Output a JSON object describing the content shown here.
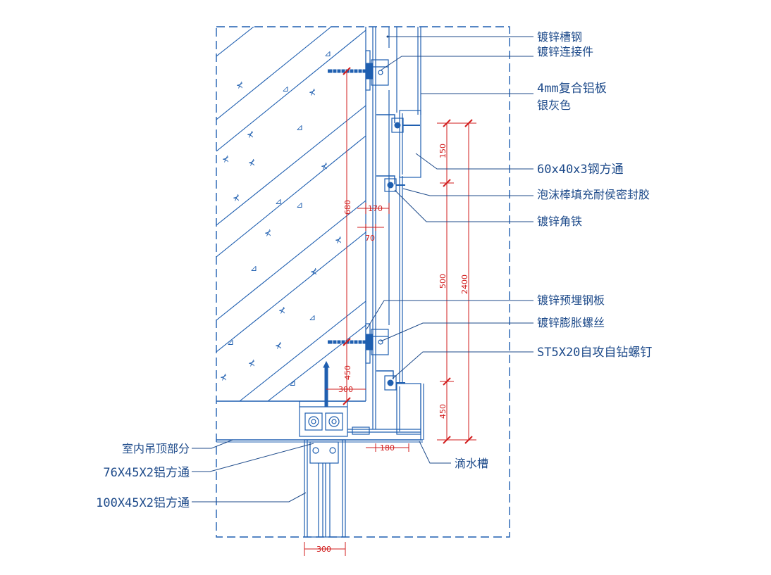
{
  "labels": {
    "galv_channel": "镀锌槽钢",
    "galv_connector": "镀锌连接件",
    "alu_panel": "4mm复合铝板",
    "alu_panel_color": "银灰色",
    "steel_tube": "60x40x3钢方通",
    "foam_sealant": "泡沫棒填充耐侯密封胶",
    "galv_angle": "镀锌角铁",
    "galv_plate": "镀锌预埋钢板",
    "galv_bolt": "镀锌膨胀螺丝",
    "screw": "ST5X20自攻自钻螺钉",
    "drip_groove": "滴水槽",
    "ceiling": "室内吊顶部分",
    "alu_tube_76": "76X45X2铝方通",
    "alu_tube_100": "100X45X2铝方通"
  },
  "dimensions": {
    "d680": "680",
    "d170": "170",
    "d70": "70",
    "d150": "150",
    "d500": "500",
    "d2400": "2400",
    "d450_right": "450",
    "d450_left": "450",
    "d300_mid": "300",
    "d180": "180",
    "d300_bottom": "300"
  },
  "colors": {
    "line": "#1f5fb0",
    "dimension": "#d11d1d",
    "text": "#1d4a8a"
  }
}
